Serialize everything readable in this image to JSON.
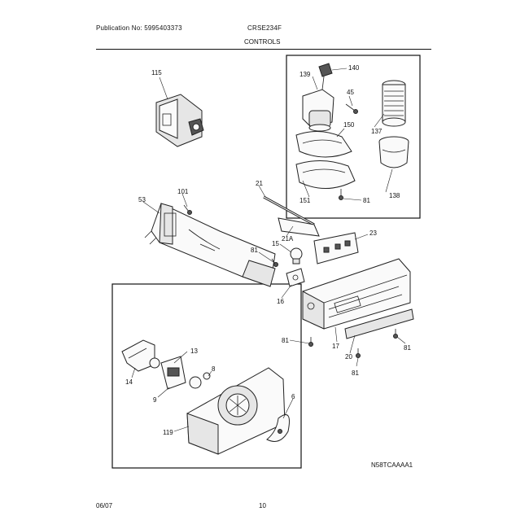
{
  "header": {
    "publication": "Publication No: 5995403373",
    "model": "CRSE234F",
    "section": "CONTROLS"
  },
  "footer": {
    "date": "06/07",
    "page": "10"
  },
  "diagram_code": "N58TCAAAA1",
  "parts": {
    "p115": "115",
    "p139": "139",
    "p140": "140",
    "p45": "45",
    "p150": "150",
    "p137": "137",
    "p151": "151",
    "p81a": "81",
    "p138": "138",
    "p21": "21",
    "p101": "101",
    "p53": "53",
    "p21A": "21A",
    "p23": "23",
    "p81b": "81",
    "p15": "15",
    "p16": "16",
    "p81c": "81",
    "p17": "17",
    "p20": "20",
    "p81d": "81",
    "p81e": "81",
    "p13": "13",
    "p14": "14",
    "p8": "8",
    "p9": "9",
    "p6": "6",
    "p119": "119"
  }
}
